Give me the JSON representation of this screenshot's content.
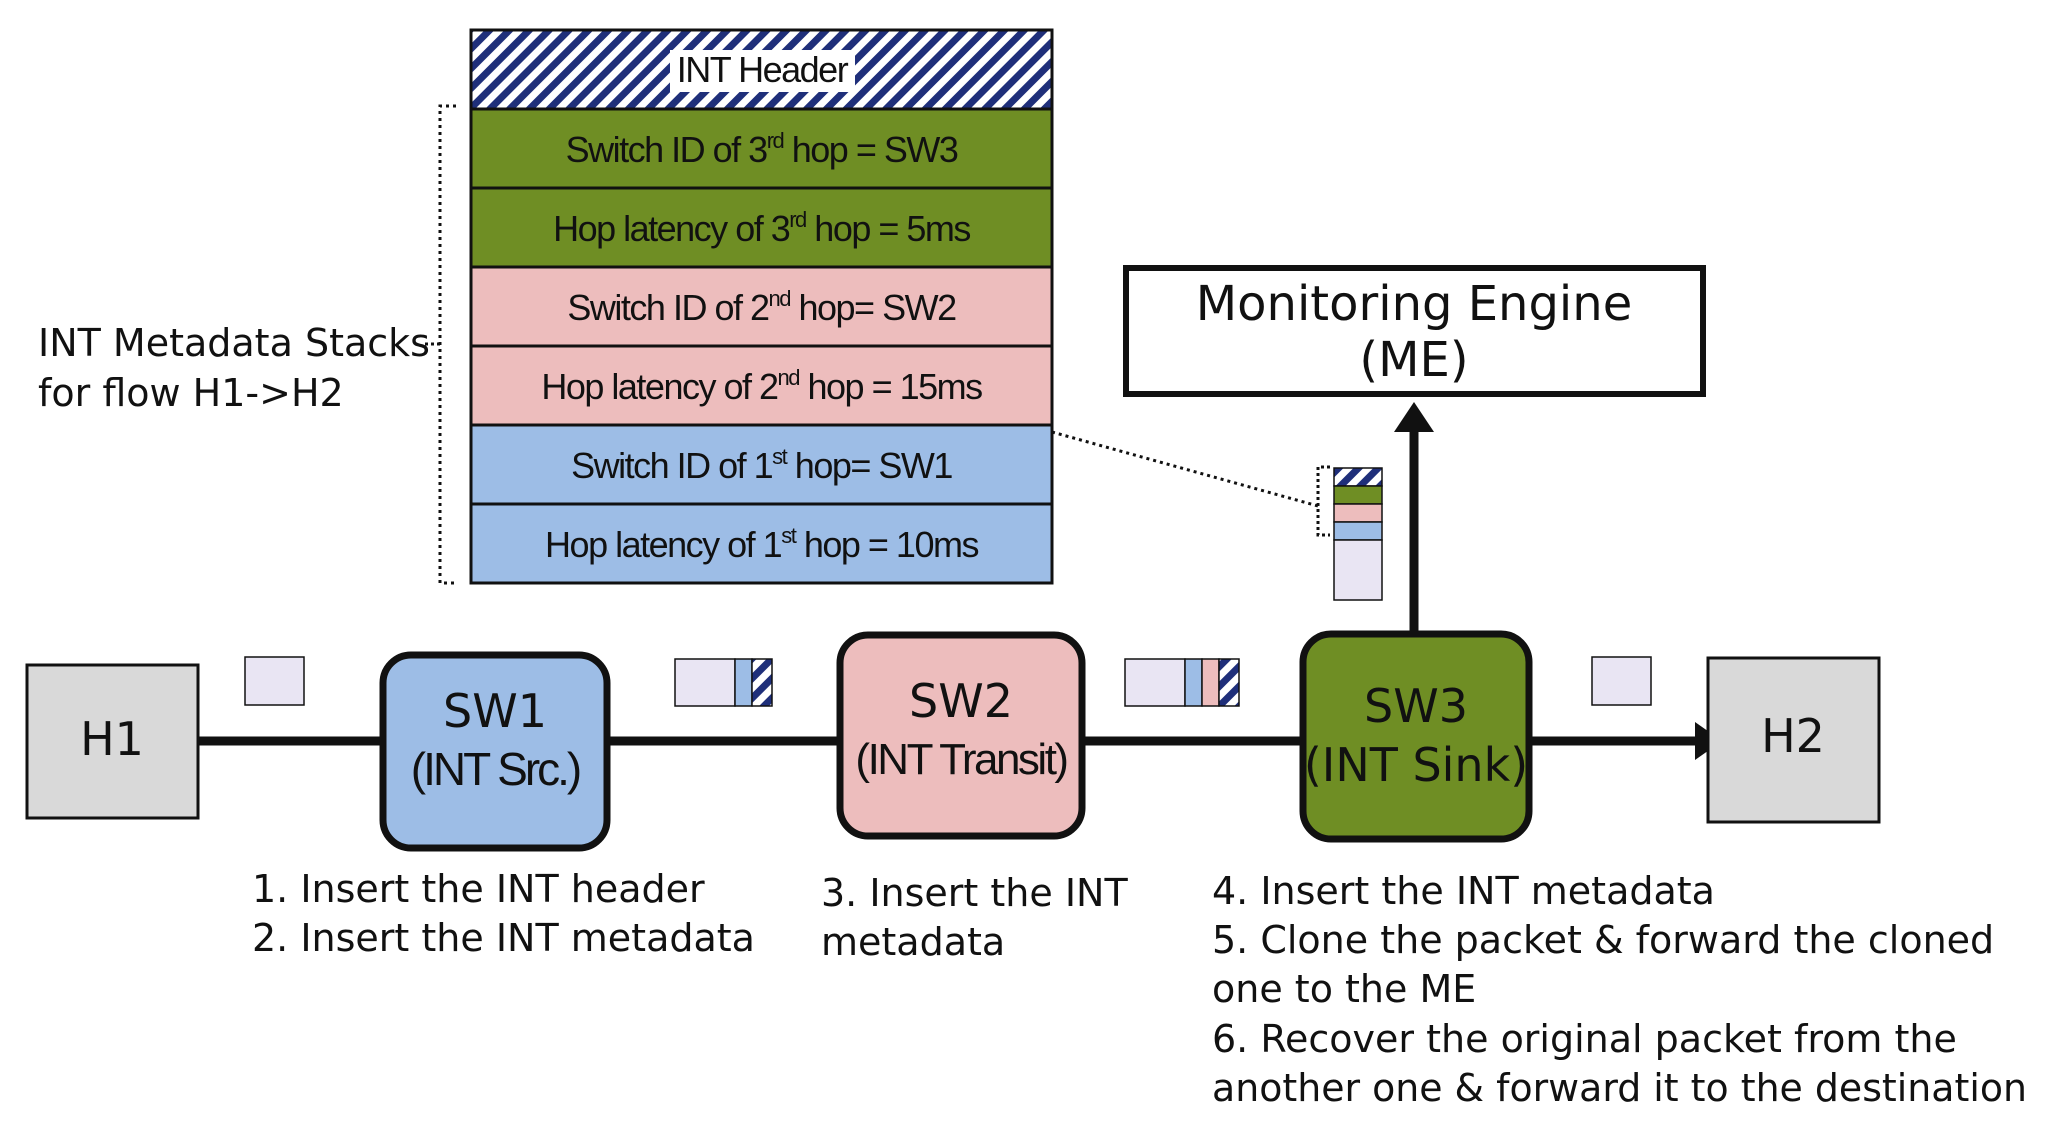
{
  "stack": {
    "header": "INT Header",
    "rows": [
      {
        "pre": "Switch ID of 3",
        "sup": "rd",
        "post": " hop = SW3",
        "color": "#6f8e24"
      },
      {
        "pre": "Hop latency of 3",
        "sup": "rd",
        "post": " hop = 5ms",
        "color": "#6f8e24"
      },
      {
        "pre": "Switch ID of 2",
        "sup": "nd",
        "post": " hop= SW2",
        "color": "#edbdbd"
      },
      {
        "pre": "Hop latency of 2",
        "sup": "nd",
        "post": " hop = 15ms",
        "color": "#edbdbd"
      },
      {
        "pre": "Switch ID of 1",
        "sup": "st",
        "post": " hop= SW1",
        "color": "#9dbde6"
      },
      {
        "pre": "Hop latency of 1",
        "sup": "st",
        "post": " hop = 10ms",
        "color": "#9dbde6"
      }
    ]
  },
  "stack_label": {
    "line1": "INT Metadata Stacks",
    "line2": "for flow H1->H2"
  },
  "monitoring_engine": {
    "line1": "Monitoring Engine",
    "line2": "(ME)"
  },
  "nodes": {
    "h1": "H1",
    "h2": "H2",
    "sw1": {
      "name": "SW1",
      "role": "(INT Src.)",
      "color": "#9dbde6"
    },
    "sw2": {
      "name": "SW2",
      "role": "(INT Transit)",
      "color": "#edbdbd"
    },
    "sw3": {
      "name": "SW3",
      "role": "(INT Sink)",
      "color": "#6f8e24"
    }
  },
  "steps": {
    "sw1": [
      "1. Insert the INT header",
      "2. Insert the INT metadata"
    ],
    "sw2": [
      "3. Insert the INT",
      "metadata"
    ],
    "sw3": [
      "4. Insert the INT metadata",
      "5. Clone the packet & forward the cloned",
      "one to the ME",
      "6. Recover the original packet from the",
      "another one & forward it to the destination"
    ]
  },
  "colors": {
    "host": "#d9d9d9",
    "payload": "#e9e5f3",
    "hatch": "#1f2f7a",
    "line": "#111111"
  }
}
